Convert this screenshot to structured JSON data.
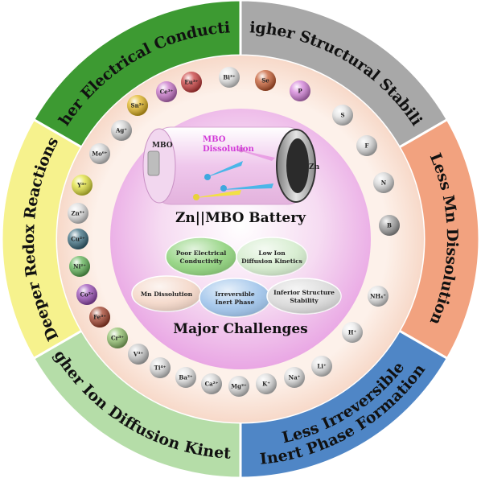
{
  "outer_ring": [
    {
      "label": "Higher Electrical Conductivity",
      "color": "#3d9a32"
    },
    {
      "label": "Higher Structural Stability",
      "color": "#a8a8a8"
    },
    {
      "label": "Less Mn Dissolution",
      "color": "#f2a27f"
    },
    {
      "label": "Less Irreversible",
      "color": "#4f86c6"
    },
    {
      "label": "Inert Phase Formation",
      "color": "#4f86c6"
    },
    {
      "label": "Higher Ion Diffusion Kinetics",
      "color": "#b5dda8"
    },
    {
      "label": "Deeper Redox Reactions",
      "color": "#f6f28d"
    }
  ],
  "ions": [
    {
      "label": "Cu²⁺",
      "color": "#3b6d80"
    },
    {
      "label": "Ni²⁺",
      "color": "#5fb356"
    },
    {
      "label": "Co²⁺",
      "color": "#9b4db8"
    },
    {
      "label": "Fe³⁺",
      "color": "#a2402a"
    },
    {
      "label": "Cr³⁺",
      "color": "#8fbf6a"
    },
    {
      "label": "V³⁺",
      "color": "#c8c8c8"
    },
    {
      "label": "Ti⁴⁺",
      "color": "#d8d8d8"
    },
    {
      "label": "Ba²⁺",
      "color": "#e0e0e0"
    },
    {
      "label": "Ca²⁺",
      "color": "#d5d5d5"
    },
    {
      "label": "Mg²⁺",
      "color": "#d8d8d8"
    },
    {
      "label": "K⁺",
      "color": "#dcdcdc"
    },
    {
      "label": "Na⁺",
      "color": "#dcdcdc"
    },
    {
      "label": "Li⁺",
      "color": "#e0e0e0"
    },
    {
      "label": "H⁺",
      "color": "#e8e8e8"
    },
    {
      "label": "NH₄⁺",
      "color": "#e0e0e0"
    },
    {
      "label": "B",
      "color": "#9e9e9e"
    },
    {
      "label": "N",
      "color": "#d8d8d8"
    },
    {
      "label": "F",
      "color": "#d8d8d8"
    },
    {
      "label": "S",
      "color": "#e0e0e0"
    },
    {
      "label": "P",
      "color": "#d37fd8"
    },
    {
      "label": "Se",
      "color": "#c55a2f"
    },
    {
      "label": "Bi³⁺",
      "color": "#e4e4e4"
    },
    {
      "label": "Eu³⁺",
      "color": "#c93c3c"
    },
    {
      "label": "Ce³⁺",
      "color": "#c873c9"
    },
    {
      "label": "Sn²⁺",
      "color": "#e3b51f"
    },
    {
      "label": "Ag⁺",
      "color": "#d0d0d0"
    },
    {
      "label": "Mo⁶⁺",
      "color": "#d8d8d8"
    },
    {
      "label": "Y³⁺",
      "color": "#e1e13a"
    },
    {
      "label": "Zn²⁺",
      "color": "#dcdcdc"
    }
  ],
  "battery": {
    "cathode_label": "MBO",
    "anode_label": "Zn",
    "dissolution_label_1": "MBO",
    "dissolution_label_2": "Dissolution",
    "title": "Zn||MBO Battery"
  },
  "challenges": {
    "title": "Major Challenges",
    "items": [
      {
        "line1": "Poor  Electrical",
        "line2": "Conductivity",
        "color": "#8fd27c"
      },
      {
        "line1": "Low Ion",
        "line2": "Diffusion Kinetics",
        "color": "#d4eccd"
      },
      {
        "line1": "Mn Dissolution",
        "line2": "",
        "color": "#f4d7c8"
      },
      {
        "line1": "Irreversible",
        "line2": "Inert Phase",
        "color": "#9ec3ea"
      },
      {
        "line1": "Inferior Structure",
        "line2": "Stability",
        "color": "#d9d9d9"
      }
    ]
  }
}
